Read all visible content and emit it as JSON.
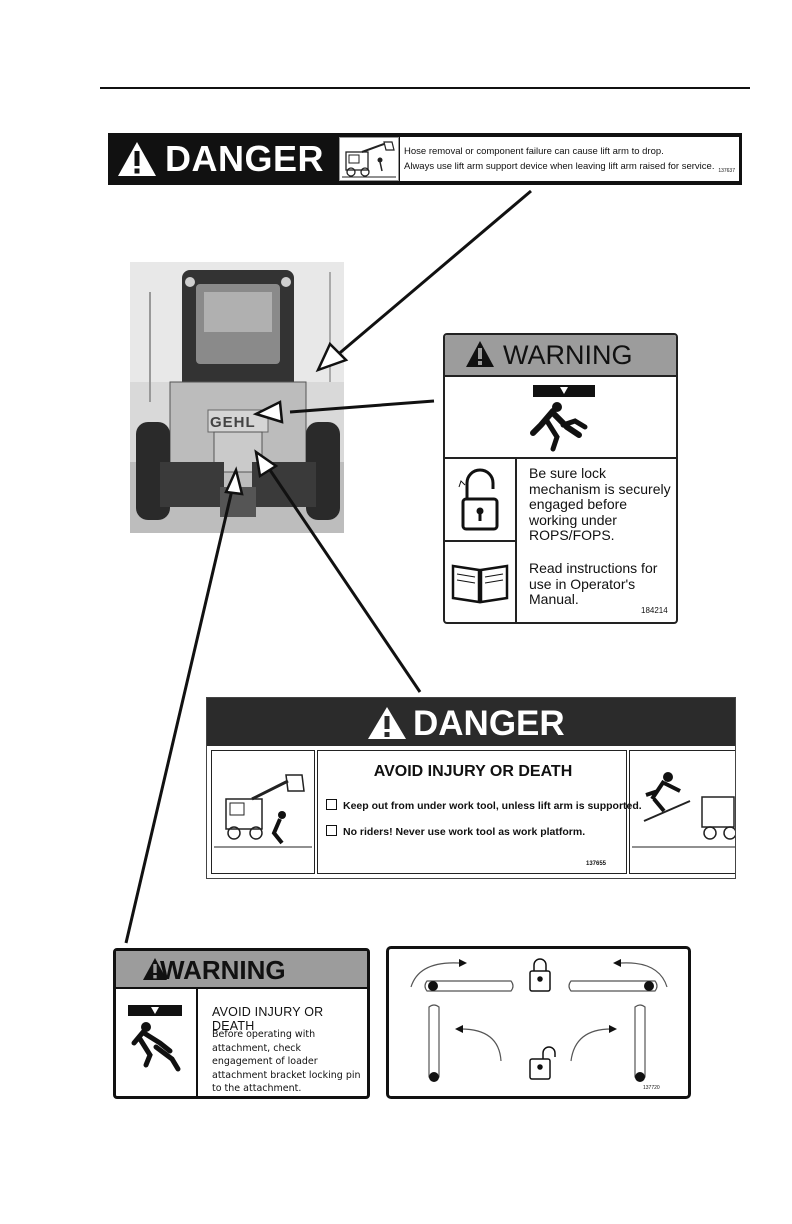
{
  "danger_decal_1": {
    "signal_word": "DANGER",
    "line1": "Hose removal or component failure can cause lift arm to drop.",
    "line2": "Always use lift arm support device when leaving lift arm raised for service.",
    "code": "137637"
  },
  "photo": {
    "brand_text": "GEHL"
  },
  "warning_decal_2": {
    "signal_word": "WARNING",
    "text1": "Be sure lock mechanism is securely engaged before working under ROPS/FOPS.",
    "text2": "Read instructions for use in Operator's Manual.",
    "code": "184214"
  },
  "danger_decal_3": {
    "signal_word": "DANGER",
    "title": "AVOID INJURY OR DEATH",
    "items": [
      "Keep out from under work tool, unless lift arm is supported.",
      "No riders! Never use work tool as work platform."
    ],
    "code": "137655"
  },
  "warning_decal_4": {
    "signal_word": "WARNING",
    "title": "AVOID INJURY OR DEATH",
    "body": "Before operating with attachment, check engagement of loader attachment bracket locking pin to the attachment."
  },
  "lock_decal_5": {
    "code": "137720"
  },
  "colors": {
    "danger_header": "#111111",
    "warning_header": "#9c9c9c"
  }
}
